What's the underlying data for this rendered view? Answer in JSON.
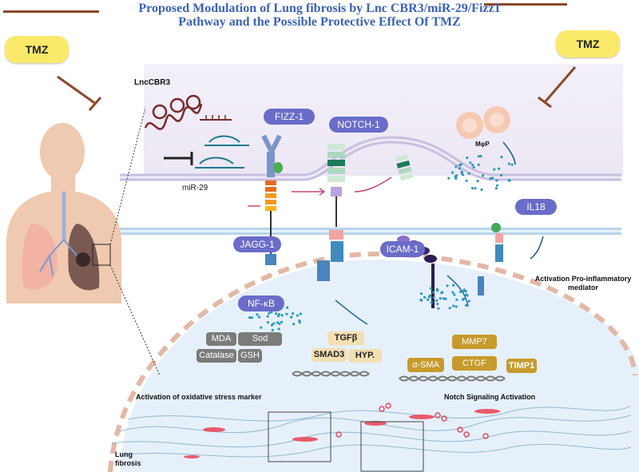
{
  "title": {
    "line1": "Proposed Modulation of Lung fibrosis by Lnc CBR3/miR-29/Fizz1",
    "line2": "Pathway and the Possible Protective Effect Of TMZ"
  },
  "drug": {
    "left_label": "TMZ",
    "right_label": "TMZ"
  },
  "membrane_labels": {
    "lnc": "LncCBR3",
    "mir": "miR-29",
    "fizz": "FIZZ-1",
    "notch": "NOTCH-1",
    "jagg": "JAGG-1",
    "icam": "ICAM-1",
    "il18": "IL18",
    "macrophage": "MφP",
    "nfkb": "NF-κB"
  },
  "oxidative_markers": [
    "MDA",
    "Sod",
    "Catalase",
    "GSH"
  ],
  "fibrosis_markers": [
    "TGFβ",
    "SMAD3",
    "HYP."
  ],
  "notch_markers": [
    "MMP7",
    "α-SMA",
    "CTGF",
    "TIMP1"
  ],
  "captions": {
    "pro_inflammatory": "Activation Pro-inflammatory mediator",
    "oxidative": "Activation of oxidative stress marker",
    "notch": "Notch Signaling Activation",
    "lung": "Lung fibrosis"
  },
  "colors": {
    "title": "#3a62b8",
    "pill": "#6a6cc9",
    "tmz": "#fbe96a",
    "grey_box": "#7b7b7b",
    "tan_box": "#f3dfb3",
    "gold_box": "#c79a2c",
    "cell": "#e6f0fb",
    "inhibitor": "#8a4a2a"
  }
}
